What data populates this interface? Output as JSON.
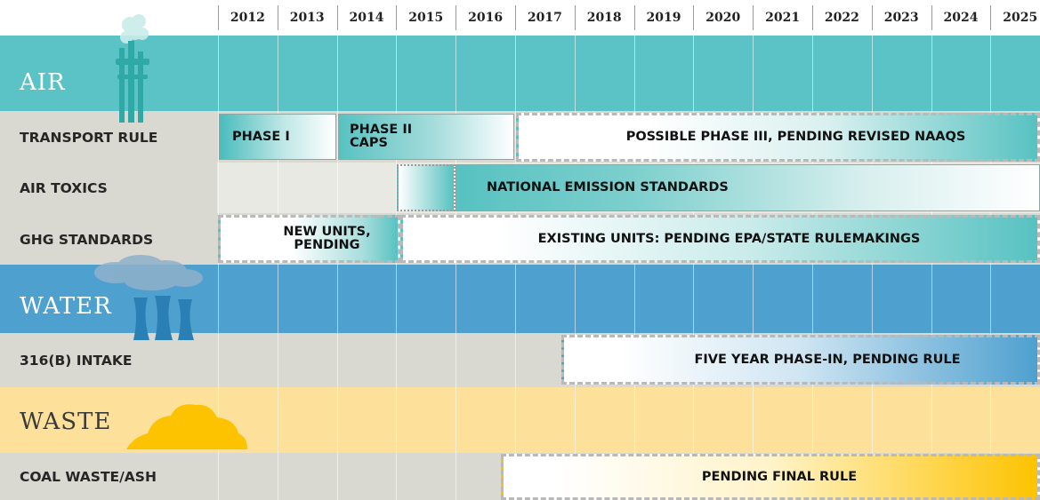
{
  "years": [
    "2012",
    "2013",
    "2014",
    "2015",
    "2016",
    "2017",
    "2018",
    "2019",
    "2020",
    "2021",
    "2022",
    "2023",
    "2024",
    "2025"
  ],
  "colors": {
    "air": "#5bc3c5",
    "air_light": "#d9d9d1",
    "air_lighter": "#e9e9e3",
    "water": "#4ea0cf",
    "water_light": "#d9d9d1",
    "waste": "#fde19b",
    "waste_light": "#d9d9d1",
    "bar_teal": "#57c2c1",
    "bar_blue": "#4ea0cf",
    "bar_gold": "#fdc300"
  },
  "sections": {
    "air": {
      "title": "AIR",
      "icon": "smokestacks-icon",
      "rows": {
        "transport": {
          "label": "TRANSPORT RULE",
          "bars": {
            "phase1": "PHASE I",
            "phase2": "PHASE II CAPS",
            "phase3": "POSSIBLE PHASE III, PENDING REVISED NAAQS"
          }
        },
        "toxics": {
          "label": "AIR TOXICS",
          "bars": {
            "nes": "NATIONAL EMISSION STANDARDS"
          }
        },
        "ghg": {
          "label": "GHG STANDARDS",
          "bars": {
            "new_units": "NEW UNITS, PENDING",
            "existing": "EXISTING UNITS: PENDING EPA/STATE RULEMAKINGS"
          }
        }
      }
    },
    "water": {
      "title": "WATER",
      "icon": "cooling-towers-icon",
      "rows": {
        "intake": {
          "label": "316(B) INTAKE",
          "bars": {
            "phasein": "FIVE YEAR PHASE-IN, PENDING RULE"
          }
        }
      }
    },
    "waste": {
      "title": "WASTE",
      "icon": "ash-pile-icon",
      "rows": {
        "coal": {
          "label": "COAL WASTE/ASH",
          "bars": {
            "final": "PENDING FINAL RULE"
          }
        }
      }
    }
  }
}
